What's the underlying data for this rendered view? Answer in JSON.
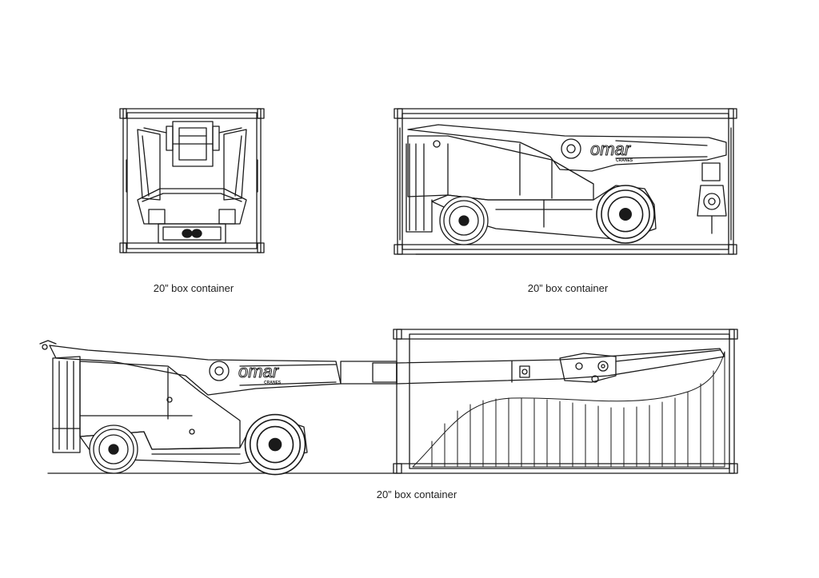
{
  "captions": {
    "front_view": "20” box container",
    "side_view": "20” box container",
    "loading_view": "20” box container"
  },
  "logo": {
    "brand": "omar",
    "sub": "CRANES"
  },
  "colors": {
    "line": "#1a1a1a",
    "background": "#ffffff"
  }
}
